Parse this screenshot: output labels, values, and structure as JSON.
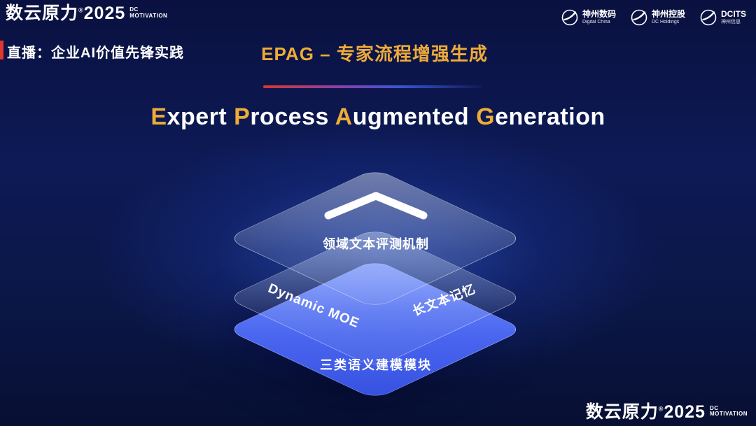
{
  "colors": {
    "gold": "#edab38",
    "red_accent": "#e0372e",
    "layer_blue": "#4a66f0",
    "background_navy": "#0a1140"
  },
  "header": {
    "brand": {
      "name": "数云原力",
      "reg": "®",
      "year": "2025",
      "dc": "DC",
      "motivation": "MOTIVATION"
    },
    "live_label": "直播：企业AI价值先锋实践",
    "page_title": "EPAG – 专家流程增强生成",
    "partner_logos": [
      {
        "cn": "神州数码",
        "en": "Digital China"
      },
      {
        "cn": "神州控股",
        "en": "DC Holdings"
      },
      {
        "cn": "DCITS",
        "en": "神州信息"
      }
    ]
  },
  "subtitle": {
    "parts": [
      "E",
      "xpert ",
      "P",
      "rocess ",
      "A",
      "ugmented ",
      "G",
      "eneration"
    ]
  },
  "diagram": {
    "top_layer_label": "领域文本评测机制",
    "middle_layer_left_label": "Dynamic  MOE",
    "middle_layer_right_label": "长文本记忆",
    "bottom_layer_label": "三类语义建模模块"
  },
  "footer": {
    "brand": {
      "name": "数云原力",
      "reg": "®",
      "year": "2025",
      "dc": "DC",
      "motivation": "MOTIVATION"
    }
  }
}
